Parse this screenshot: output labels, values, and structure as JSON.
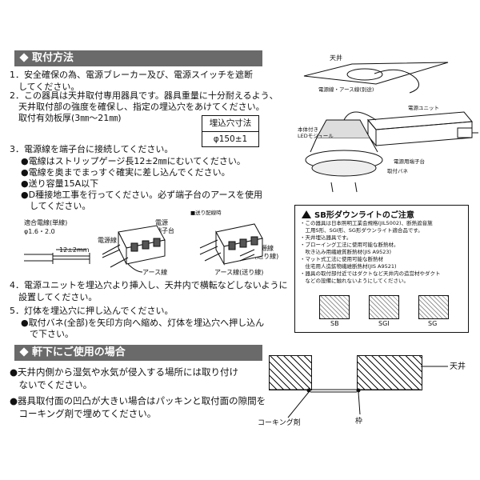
{
  "section1": {
    "title": "取付方法",
    "step1": [
      "1．安全確保の為、電源ブレーカー及び、電源スイッチを遮断",
      "　してください。"
    ],
    "step2": [
      "2．この器具は天井取付専用器具です。器具重量に十分耐えるよう、",
      "　天井取付部の強度を確保し、指定の埋込穴をあけてください。",
      "　取付有効板厚(3㎜～21㎜)"
    ],
    "hole_table": {
      "header": "埋込穴寸法",
      "value": "φ150±1"
    },
    "step3": "3．電源線を端子台に接続してください。",
    "step3_bullets": [
      "●電線はストリップゲージ長12±2㎜にむいてください。",
      "●電線を奥までまっすぐ確実に差し込んでください。",
      "●送り容量15A以下",
      "●D種接地工事を行ってください。必ず端子台のアースを使用",
      "　してください。"
    ],
    "wire_diagram": {
      "applicable_wire_title": "適合電線(単線)",
      "applicable_wire_size": "φ1.6・2.0",
      "strip_length": "12±2mm",
      "power_wire": "電源線",
      "power_terminal": [
        "電源",
        "端子台"
      ],
      "earth_wire": "アース線",
      "feed_title": "■送り配線時",
      "feed_power": [
        "電源線",
        "(送り線)"
      ],
      "feed_earth": "アース線(送り線)"
    },
    "step4": [
      "4．電源ユニットを埋込穴より挿入し、天井内で横転などしないように",
      "　設置してください。"
    ],
    "step5": "5．灯体を埋込穴に押し込んでください。",
    "step5_bullets": [
      "●取付バネ(全部)を矢印方向へ縮め、灯体を埋込穴へ押し込ん",
      "　で下さい。"
    ]
  },
  "install_figure": {
    "ceiling": "天井",
    "wire_label": "電源線・アース線(別途)",
    "power_unit": "電源ユニット",
    "led_module": [
      "本体付き",
      "LEDモジュール"
    ],
    "terminal": "電源用端子台",
    "spring": "取付バネ"
  },
  "notice": {
    "title": "SB形ダウンライトのご注意",
    "lines": [
      "・この器具は日本照明工業会規格(JIL5002)、断熱遮音施",
      "　工用S形、SGI形、SG形ダウンライト適合品です。",
      "・天井埋込器具です。",
      "・ブローイング工法に使用可能な断熱材。",
      "　吹き込み用繊維質断熱材(JIS A9523)",
      "・マット式工法に使用可能な断熱材",
      "　住宅用人造鉱物繊維断熱材(JIS A9521)",
      "・器具の取付部付近ではダクトなど天井内の造営材やダクト",
      "　などの設備に触れないようにしてください。"
    ],
    "types": [
      "SB",
      "SGI",
      "SG"
    ]
  },
  "section2": {
    "title": "軒下にご使用の場合",
    "bullet1": [
      "●天井内側から湿気や水気が侵入する場所には取り付け",
      "　ないでください。"
    ],
    "bullet2": [
      "●器具取付面の凹凸が大きい場合はパッキンと取付面の隙間を",
      "　コーキング剤で埋めてください。"
    ]
  },
  "eaves_figure": {
    "ceiling": "天井",
    "caulk": "コーキング剤",
    "frame": "枠"
  }
}
